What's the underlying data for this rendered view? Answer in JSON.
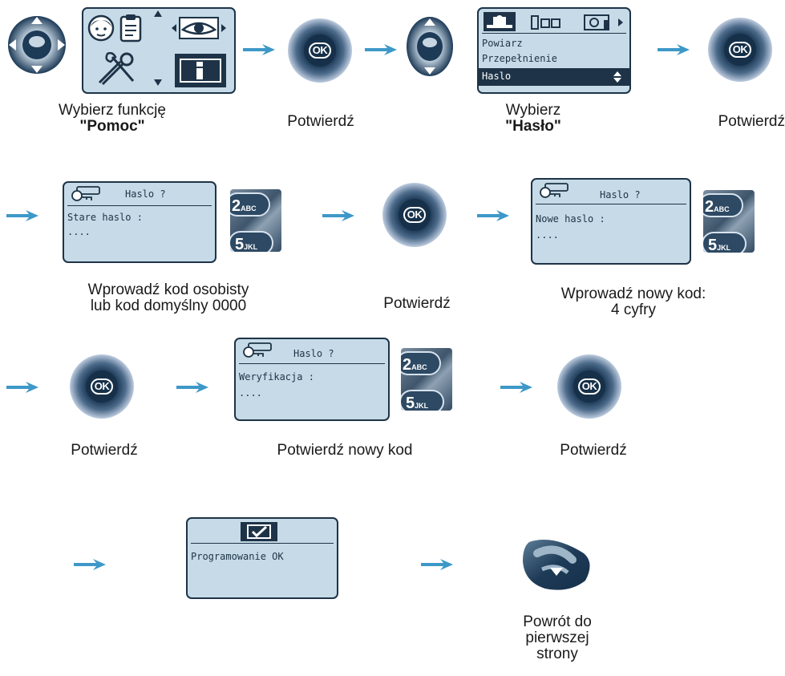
{
  "colors": {
    "accent": "#3d98c8",
    "dark": "#1d3a57",
    "lcd_bg": "#c6dbe7",
    "lcd_border": "#1e3347"
  },
  "row1": {
    "step1": {
      "caption_line1": "Wybierz funkcję",
      "caption_bold": "\"Pomoc\""
    },
    "step2": {
      "caption": "Potwierdź"
    },
    "menu_screen": {
      "items": [
        "Powiarz",
        "Przepełnienie",
        "Haslo"
      ]
    },
    "step3": {
      "caption_line1": "Wybierz",
      "caption_bold": "\"Hasło\""
    },
    "step4": {
      "caption": "Potwierdź"
    }
  },
  "row2": {
    "screen1": {
      "title": "Haslo ?",
      "line1": "Stare haslo :",
      "line2": "...."
    },
    "step1": {
      "caption_line1": "Wprowadź kod osobisty",
      "caption_line2": "lub kod domyślny 0000"
    },
    "step2": {
      "caption": "Potwierdź"
    },
    "screen2": {
      "title": "Haslo ?",
      "line1": "Nowe haslo :",
      "line2": "...."
    },
    "step3": {
      "caption_line1": "Wprowadź nowy kod:",
      "caption_line2": "4 cyfry"
    }
  },
  "row3": {
    "step1": {
      "caption": "Potwierdź"
    },
    "screen": {
      "title": "Haslo ?",
      "line1": "Weryfikacja :",
      "line2": "...."
    },
    "step2": {
      "caption": "Potwierdź nowy kod"
    },
    "step3": {
      "caption": "Potwierdź"
    }
  },
  "row4": {
    "screen": {
      "line1": "Programowanie OK"
    },
    "step": {
      "caption_line1": "Powrót do",
      "caption_line2": "pierwszej",
      "caption_line3": "strony"
    }
  },
  "keypad": {
    "key1": "2",
    "key1_sub": "ABC",
    "key2": "5",
    "key2_sub": "JKL"
  },
  "ok_label": "OK",
  "icons": [
    "navigation-key-icon",
    "ok-button-icon",
    "key-icon",
    "checkmark-icon",
    "hang-up-icon",
    "arrow-right-icon"
  ]
}
